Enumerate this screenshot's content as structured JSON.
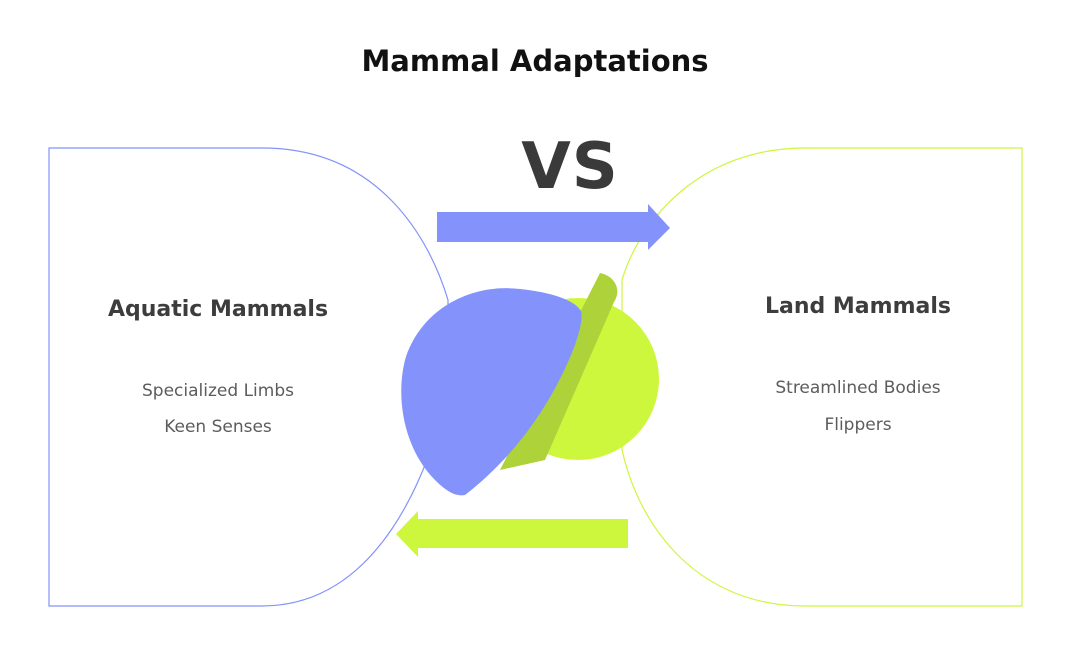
{
  "title": "Mammal Adaptations",
  "vs_label": "VS",
  "colors": {
    "left_accent": "#8493fb",
    "right_accent": "#cdf73c",
    "right_accent_shadow": "#aed23a",
    "heading_text": "#3d3d3d",
    "body_text": "#5c5c5c"
  },
  "left_panel": {
    "heading": "Aquatic Mammals",
    "items": [
      "Specialized Limbs",
      "Keen Senses"
    ]
  },
  "right_panel": {
    "heading": "Land Mammals",
    "items": [
      "Streamlined Bodies",
      "Flippers"
    ]
  },
  "arrows": {
    "top_direction": "right",
    "bottom_direction": "left"
  }
}
